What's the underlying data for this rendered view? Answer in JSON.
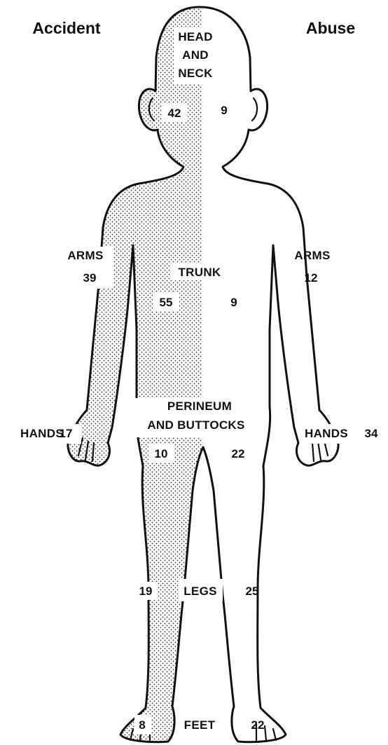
{
  "headers": {
    "left": "Accident",
    "right": "Abuse"
  },
  "regions": {
    "head_neck": {
      "label_lines": [
        "HEAD",
        "AND",
        "NECK"
      ],
      "accident": "42",
      "abuse": "9"
    },
    "arms": {
      "left_label": "ARMS",
      "right_label": "ARMS",
      "accident": "39",
      "abuse": "12"
    },
    "trunk": {
      "label": "TRUNK",
      "accident": "55",
      "abuse": "9"
    },
    "hands": {
      "left_label": "HANDS",
      "right_label": "HANDS",
      "accident": "17",
      "abuse": "34"
    },
    "perineum_buttocks": {
      "label_lines": [
        "PERINEUM",
        "AND BUTTOCKS"
      ],
      "accident": "10",
      "abuse": "22"
    },
    "legs": {
      "label": "LEGS",
      "accident": "19",
      "abuse": "25"
    },
    "feet": {
      "label": "FEET",
      "accident": "8",
      "abuse": "22"
    }
  },
  "colors": {
    "ink": "#111111",
    "background": "#ffffff",
    "stipple": "#222222"
  }
}
